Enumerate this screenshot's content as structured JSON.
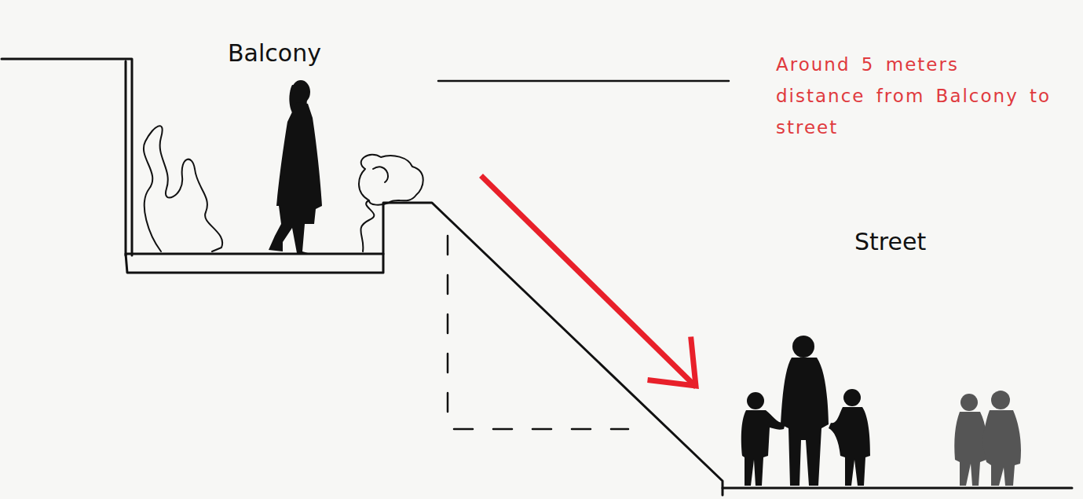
{
  "diagram": {
    "labels": [
      "Balcony",
      "Street",
      "Around 5 meters distance from Balcony to street"
    ]
  }
}
